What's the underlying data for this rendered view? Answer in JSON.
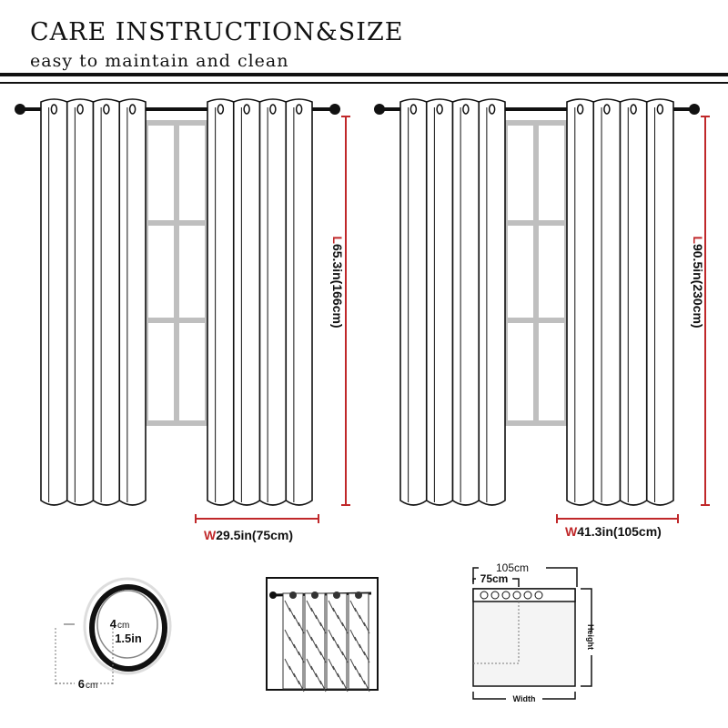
{
  "header": {
    "title": "CARE INSTRUCTION&SIZE",
    "subtitle": "easy to maintain and clean"
  },
  "panels": [
    {
      "length_prefix": "L",
      "length_label": "65.3in(166cm)",
      "width_prefix": "W",
      "width_label": "29.5in(75cm)"
    },
    {
      "length_prefix": "L",
      "length_label": "90.5in(230cm)",
      "width_prefix": "W",
      "width_label": "41.3in(105cm)"
    }
  ],
  "grommet": {
    "inner_cm": "4",
    "inner_unit": "cm",
    "inner_in": "1.5in",
    "outer_cm": "6",
    "outer_unit": "cm"
  },
  "size_diagram": {
    "wide": "105cm",
    "narrow": "75cm",
    "height_label": "Height",
    "width_label": "Width"
  },
  "colors": {
    "accent": "#c0282a",
    "line": "#111111",
    "window": "#bfbfbf"
  }
}
